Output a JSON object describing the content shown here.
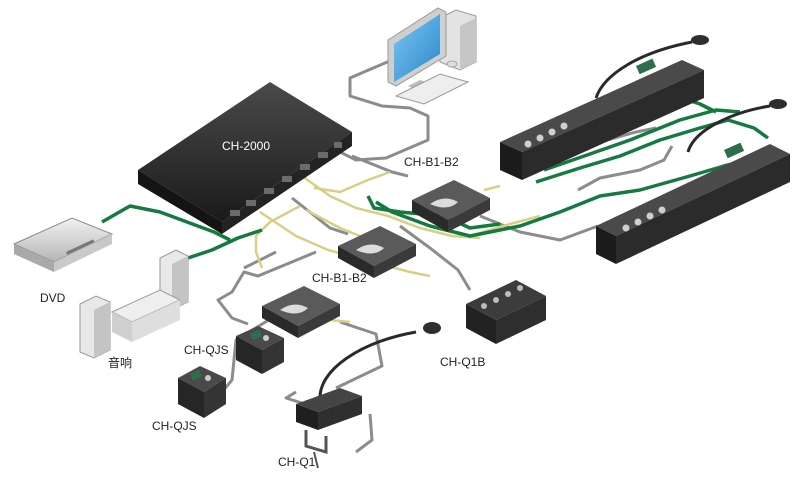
{
  "labels": {
    "main_unit": "CH-2000",
    "dvd": "DVD",
    "speakers": "音响",
    "splitter_top": "CH-B1-B2",
    "splitter_mid": "CH-B1-B2",
    "qjs_upper": "CH-QJS",
    "qjs_lower": "CH-QJS",
    "q1b": "CH-Q1B",
    "q1": "CH-Q1"
  },
  "colors": {
    "green_cable": "#157a3f",
    "grey_cable": "#8c8c8c",
    "yellow_cable": "#d8cf84",
    "device_dark": "#2b2b2b",
    "device_light": "#d9d9d9",
    "monitor_blue": "#3aa0e0"
  },
  "icons": [
    "computer-icon",
    "microphone-icon",
    "dvd-player-icon",
    "speaker-icon"
  ]
}
